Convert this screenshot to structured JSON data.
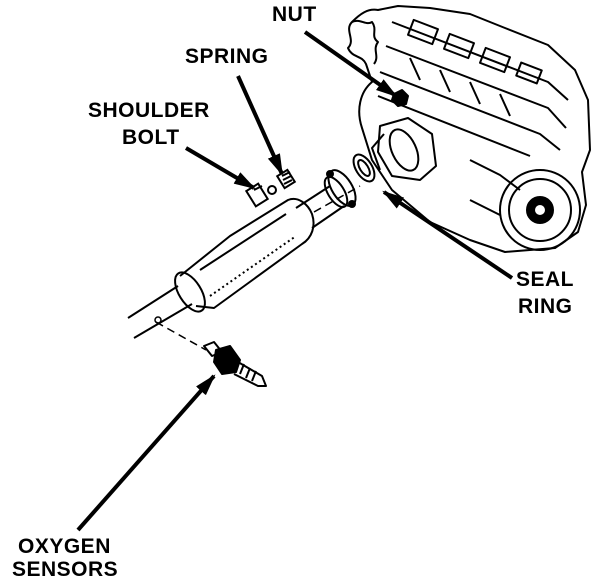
{
  "colors": {
    "ink": "#000000",
    "background": "#ffffff"
  },
  "labels": {
    "nut": "NUT",
    "spring": "SPRING",
    "shoulder_bolt": [
      "SHOULDER",
      "BOLT"
    ],
    "seal_ring": [
      "SEAL",
      "RING"
    ],
    "oxygen_sensors": [
      "OXYGEN",
      "SENSORS"
    ]
  }
}
